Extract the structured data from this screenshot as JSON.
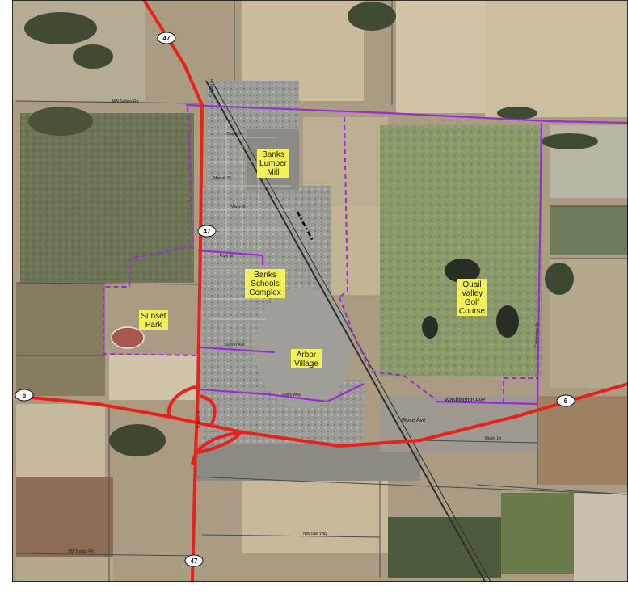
{
  "colors": {
    "highway": "#e8221b",
    "existing_route": "#9a2bd6",
    "proposed_route": "#9a2bd6",
    "railroad": "#3a3a3a",
    "label_bg": "#f3f05a",
    "border": "#000000"
  },
  "highway_shields": [
    {
      "id": "shield-47-north",
      "number": "47"
    },
    {
      "id": "shield-47-central",
      "number": "47"
    },
    {
      "id": "shield-47-south",
      "number": "47"
    },
    {
      "id": "shield-6-west",
      "number": "6"
    },
    {
      "id": "shield-6-east",
      "number": "6"
    }
  ],
  "area_labels": {
    "lumber_mill": [
      "Banks",
      "Lumber",
      "Mill"
    ],
    "schools": [
      "Banks",
      "Schools",
      "Complex"
    ],
    "sunset_park": [
      "Sunset",
      "Park"
    ],
    "arbor_village": [
      "Arbor",
      "Village"
    ],
    "golf": [
      "Quail",
      "Valley",
      "Golf",
      "Course"
    ]
  },
  "street_labels": {
    "washington_ave": "Washington Ave",
    "rose_ave": "Rose Ave",
    "nw_sellers_rd": "NW Sellers Rd",
    "nw_banks_rd": "NW Banks Rd",
    "nw_oak_way": "NW Oak Way",
    "nw_main_st_n": "N Main St",
    "nw_main_st_s": "S Main St",
    "sunset_ave": "Sunset Ave",
    "trellis_way": "Trellis Way",
    "depot_st": "Depot St",
    "market_st": "Market St",
    "west_st": "West St",
    "park_st": "Park St",
    "commerce_st": "Commerce St",
    "maple_ln": "Maple Ln"
  }
}
